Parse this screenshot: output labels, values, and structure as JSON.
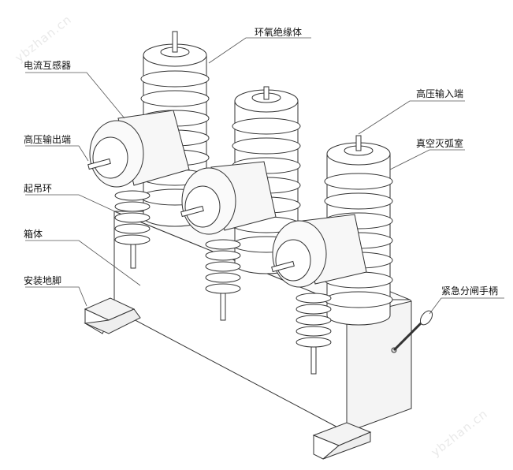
{
  "labels": {
    "ring_insulator": "环氧绝缘体",
    "current_transformer": "电流互感器",
    "hv_input": "高压输入端",
    "hv_output": "高压输出端",
    "vacuum_chamber": "真空灭弧室",
    "lifting_ring": "起吊环",
    "box": "箱体",
    "mounting_foot": "安装地脚",
    "emergency_handle": "紧急分闸手柄"
  },
  "watermark": "ybzhan.cn"
}
